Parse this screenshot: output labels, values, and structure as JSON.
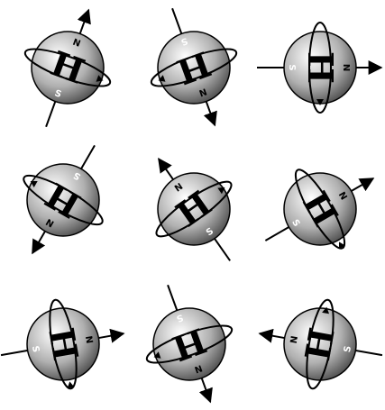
{
  "diagram": {
    "atom_letter": "H",
    "north_label": "N",
    "south_label": "S",
    "colors": {
      "sphere_light": "#ffffff",
      "sphere_mid": "#b0b0b0",
      "sphere_dark": "#3c3c3c",
      "ink": "#000000"
    },
    "atoms": [
      {
        "id": "atom-1",
        "spin_angle_deg": 20,
        "pole_side": "top"
      },
      {
        "id": "atom-2",
        "spin_angle_deg": 160,
        "pole_side": "top"
      },
      {
        "id": "atom-3",
        "spin_angle_deg": 90,
        "pole_side": "right"
      },
      {
        "id": "atom-4",
        "spin_angle_deg": -150,
        "pole_side": "top"
      },
      {
        "id": "atom-5",
        "spin_angle_deg": -35,
        "pole_side": "top"
      },
      {
        "id": "atom-6",
        "spin_angle_deg": 60,
        "pole_side": "top"
      },
      {
        "id": "atom-7",
        "spin_angle_deg": 80,
        "pole_side": "right"
      },
      {
        "id": "atom-8",
        "spin_angle_deg": 160,
        "pole_side": "top"
      },
      {
        "id": "atom-9",
        "spin_angle_deg": -80,
        "pole_side": "left"
      }
    ]
  }
}
